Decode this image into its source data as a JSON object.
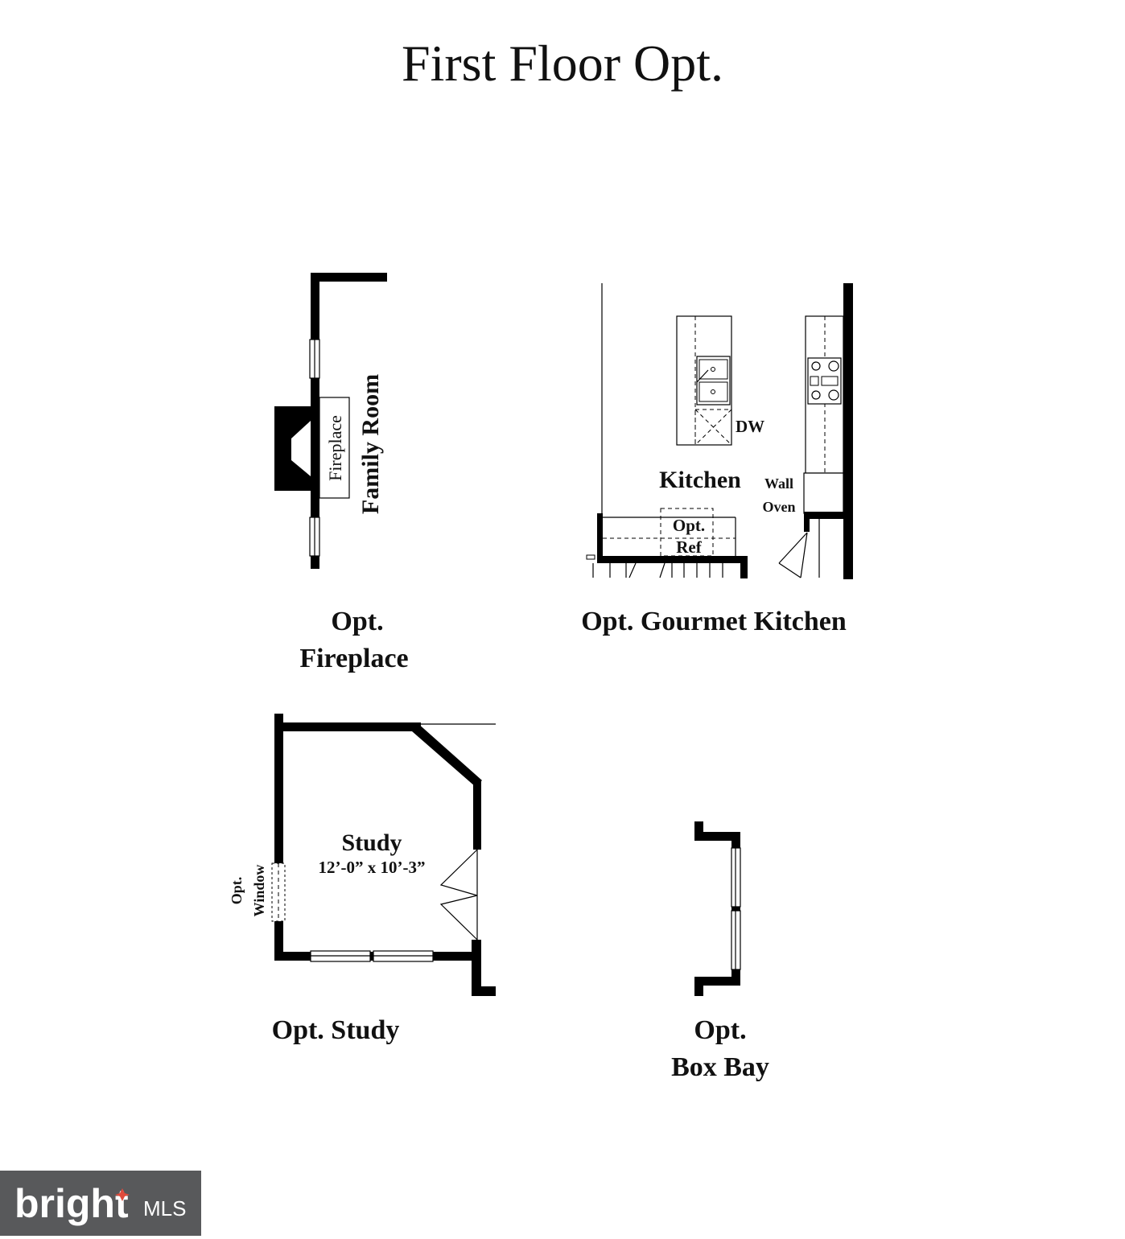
{
  "title": "First Floor Opt.",
  "fireplace_plan": {
    "room_label": "Family Room",
    "feature_label": "Fireplace",
    "caption_line1": "Opt.",
    "caption_line2": "Fireplace"
  },
  "kitchen_plan": {
    "room_label": "Kitchen",
    "dw_label": "DW",
    "wall_oven_line1": "Wall",
    "wall_oven_line2": "Oven",
    "opt_ref_line1": "Opt.",
    "opt_ref_line2": "Ref",
    "caption": "Opt. Gourmet Kitchen"
  },
  "study_plan": {
    "room_label": "Study",
    "dimensions": "12’-0” x 10’-3”",
    "window_line1": "Opt.",
    "window_line2": "Window",
    "caption": "Opt. Study"
  },
  "box_bay_plan": {
    "caption_line1": "Opt.",
    "caption_line2": "Box Bay"
  },
  "watermark": {
    "brand": "bright",
    "suffix": "MLS",
    "accent_color": "#e04b3c",
    "background_color": "#58595b"
  }
}
